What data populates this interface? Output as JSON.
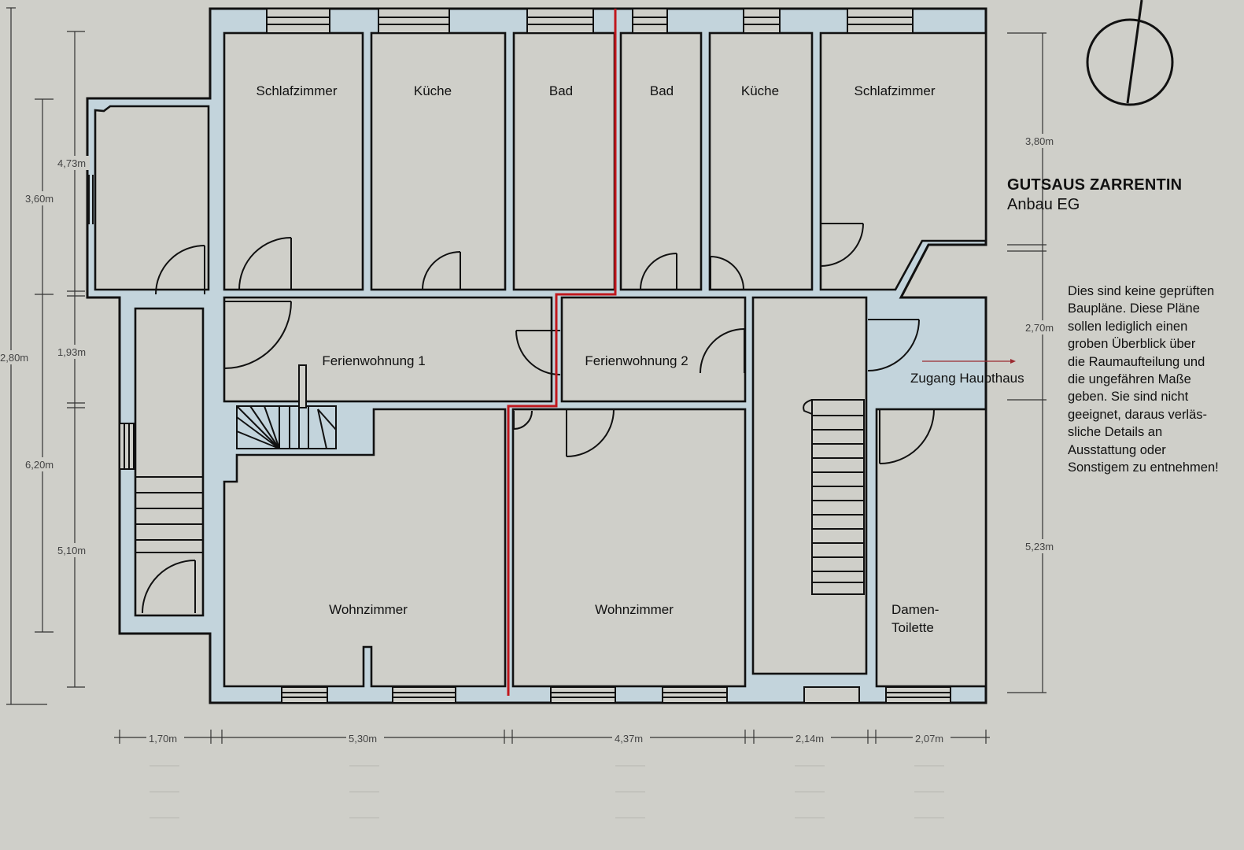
{
  "title": {
    "line1": "GUTSAUS ZARRENTIN",
    "line2": "Anbau EG"
  },
  "disclaimer_lines": [
    "Dies sind keine geprüften",
    "Baupläne. Diese Pläne",
    "sollen lediglich einen",
    "groben Überblick über",
    "die Raumaufteilung und",
    "die ungefähren Maße",
    "geben. Sie sind nicht",
    "geeignet, daraus verläs-",
    "sliche Details an",
    "Ausstattung oder",
    "Sonstigem zu entnehmen!"
  ],
  "rooms": {
    "schlafzimmer_left": "Schlafzimmer",
    "kueche_left": "Küche",
    "bad_left": "Bad",
    "bad_right": "Bad",
    "kueche_right": "Küche",
    "schlafzimmer_right": "Schlafzimmer",
    "ferienwohnung_1": "Ferienwohnung 1",
    "ferienwohnung_2": "Ferienwohnung 2",
    "wohnzimmer_left": "Wohnzimmer",
    "wohnzimmer_right": "Wohnzimmer",
    "damen_line1": "Damen-",
    "damen_line2": "Toilette"
  },
  "access_label": "Zugang Haupthaus",
  "dimensions": {
    "left": [
      "4,73m",
      "3,60m",
      "2,80m",
      "1,93m",
      "6,20m",
      "5,10m"
    ],
    "right": [
      "3,80m",
      "2,70m",
      "5,23m"
    ],
    "bottom": [
      "1,70m",
      "5,30m",
      "4,37m",
      "2,14m",
      "2,07m"
    ]
  },
  "colors": {
    "background": "#cfcfc9",
    "wall_fill": "#c3d4dc",
    "wall_line": "#111111",
    "unit_separator": "#c0171d",
    "access_arrow": "#9b2a30"
  },
  "icons": {
    "north": "north-arrow-icon"
  }
}
